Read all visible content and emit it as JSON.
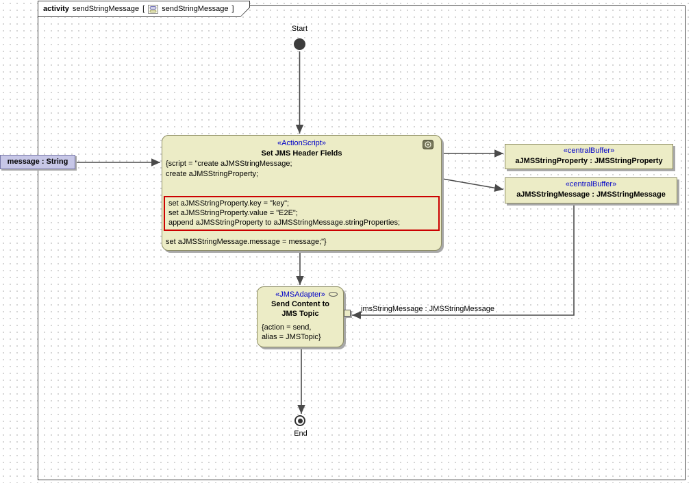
{
  "frame": {
    "keyword": "activity",
    "name": "sendStringMessage",
    "open": "[",
    "diagram": "sendStringMessage",
    "close": "]"
  },
  "start": {
    "label": "Start"
  },
  "end": {
    "label": "End"
  },
  "param": {
    "label": "message : String"
  },
  "action": {
    "stereotype": "«ActionScript»",
    "title": "Set JMS Header Fields",
    "line1": "{script = \"create aJMSStringMessage;",
    "line2": "create aJMSStringProperty;",
    "hl1": "set aJMSStringProperty.key = \"key\";",
    "hl2": "set aJMSStringProperty.value = \"E2E\";",
    "hl3": "append aJMSStringProperty to aJMSStringMessage.stringProperties;",
    "line3": "set aJMSStringMessage.message = message;\"}"
  },
  "buffer1": {
    "stereotype": "«centralBuffer»",
    "label": "aJMSStringProperty : JMSStringProperty"
  },
  "buffer2": {
    "stereotype": "«centralBuffer»",
    "label": "aJMSStringMessage : JMSStringMessage"
  },
  "adapter": {
    "stereotype": "«JMSAdapter»",
    "title1": "Send Content to",
    "title2": "JMS Topic",
    "line1": "{action = send,",
    "line2": "alias = JMSTopic}"
  },
  "pin_label": "jmsStringMessage : JMSStringMessage",
  "colors": {
    "node_fill": "#ECECC6",
    "node_border": "#8C8C62",
    "stereotype_text": "#0000C8",
    "highlight_border": "#CC0000",
    "param_fill": "#C7C7E7",
    "edge": "#4A4A4A"
  }
}
